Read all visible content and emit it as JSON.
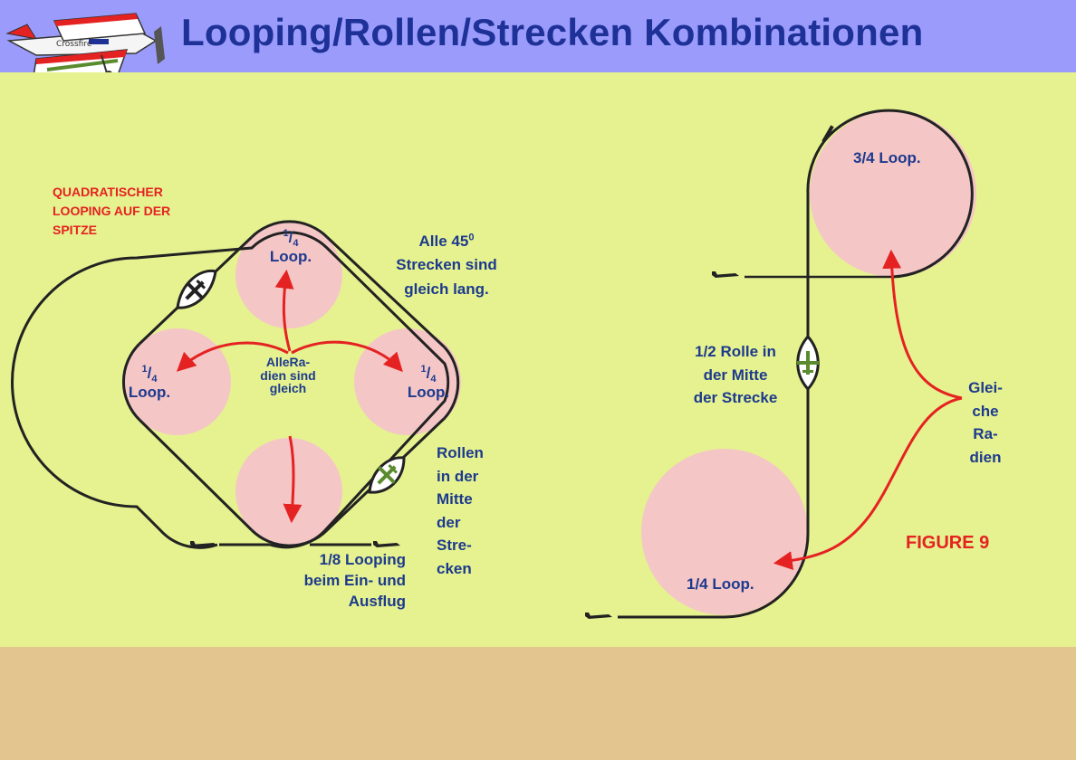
{
  "title": "Looping/Rollen/Strecken Kombinationen",
  "labels": {
    "square_caption": "QUADRATISCHER\nLOOPING AUF DER\nSPITZE",
    "quarter_frac_num": "1",
    "quarter_frac_den": "4",
    "loop_word": "Loop.",
    "all_radii_equal": "AlleRa-\ndien sind\ngleich",
    "all_45_line1": "Alle 45",
    "all_45_sup": "0",
    "all_45_line2": "Strecken sind",
    "all_45_line3": "gleich lang.",
    "rolls_middle": "Rollen\nin der\nMitte\nder\nStre-\ncken",
    "eighth_looping": "1/8 Looping\nbeim Ein- und\nAusflug",
    "three_quarter_loop": "3/4 Loop.",
    "half_roll": "1/2 Rolle in\nder Mitte\nder Strecke",
    "equal_radii": "Glei-\nche\nRa-\ndien",
    "quarter_loop": "1/4 Loop.",
    "figure": "FIGURE 9"
  },
  "colors": {
    "header": "#9b9bfc",
    "title": "#1d3196",
    "stage": "#e5f28f",
    "bottom": "#e3c590",
    "circle": "#f5c6c6",
    "arrow": "#e52222",
    "label": "#1d3a8e"
  },
  "icons": [
    "aerobatic-plane-logo",
    "plane-top-view-icon",
    "plane-side-icon"
  ]
}
